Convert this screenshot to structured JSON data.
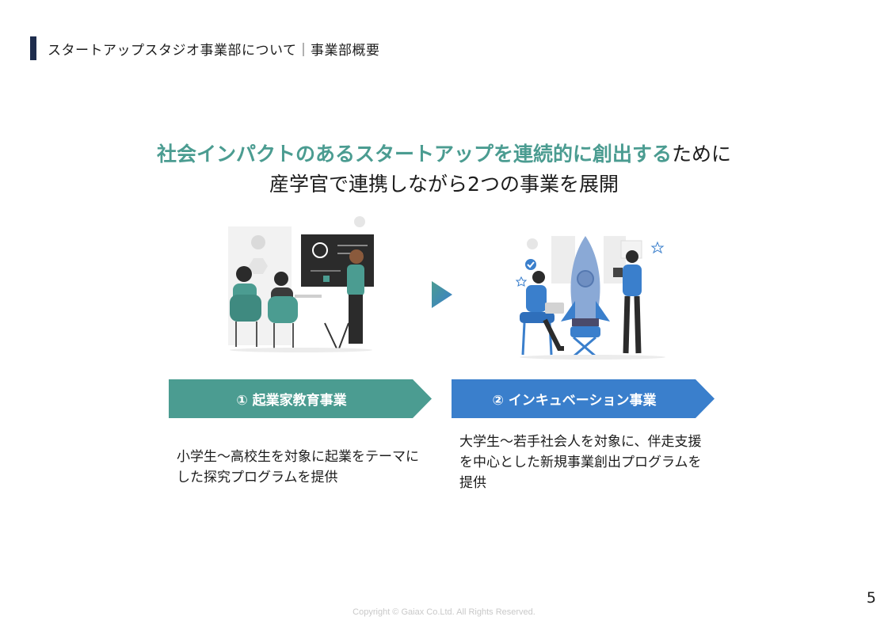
{
  "header": {
    "title": "スタートアップスタジオ事業部について｜事業部概要"
  },
  "headline": {
    "line1_accent": "社会インパクトのあるスタートアップを連続的に創出する",
    "line1_rest": "ために",
    "line2": "産学官で連携しながら2つの事業を展開"
  },
  "business1": {
    "label": "① 起業家教育事業",
    "description": "小学生〜高校生を対象に起業をテーマにした探究プログラムを提供"
  },
  "business2": {
    "label": "② インキュベーション事業",
    "description": "大学生〜若手社会人を対象に、伴走支援を中心とした新規事業創出プログラムを提供"
  },
  "colors": {
    "teal": "#4b9c91",
    "blue": "#3a7fcc",
    "navy": "#1e2d4d"
  },
  "page_number": "5",
  "copyright": "Copyright © Gaiax Co.Ltd. All Rights Reserved."
}
